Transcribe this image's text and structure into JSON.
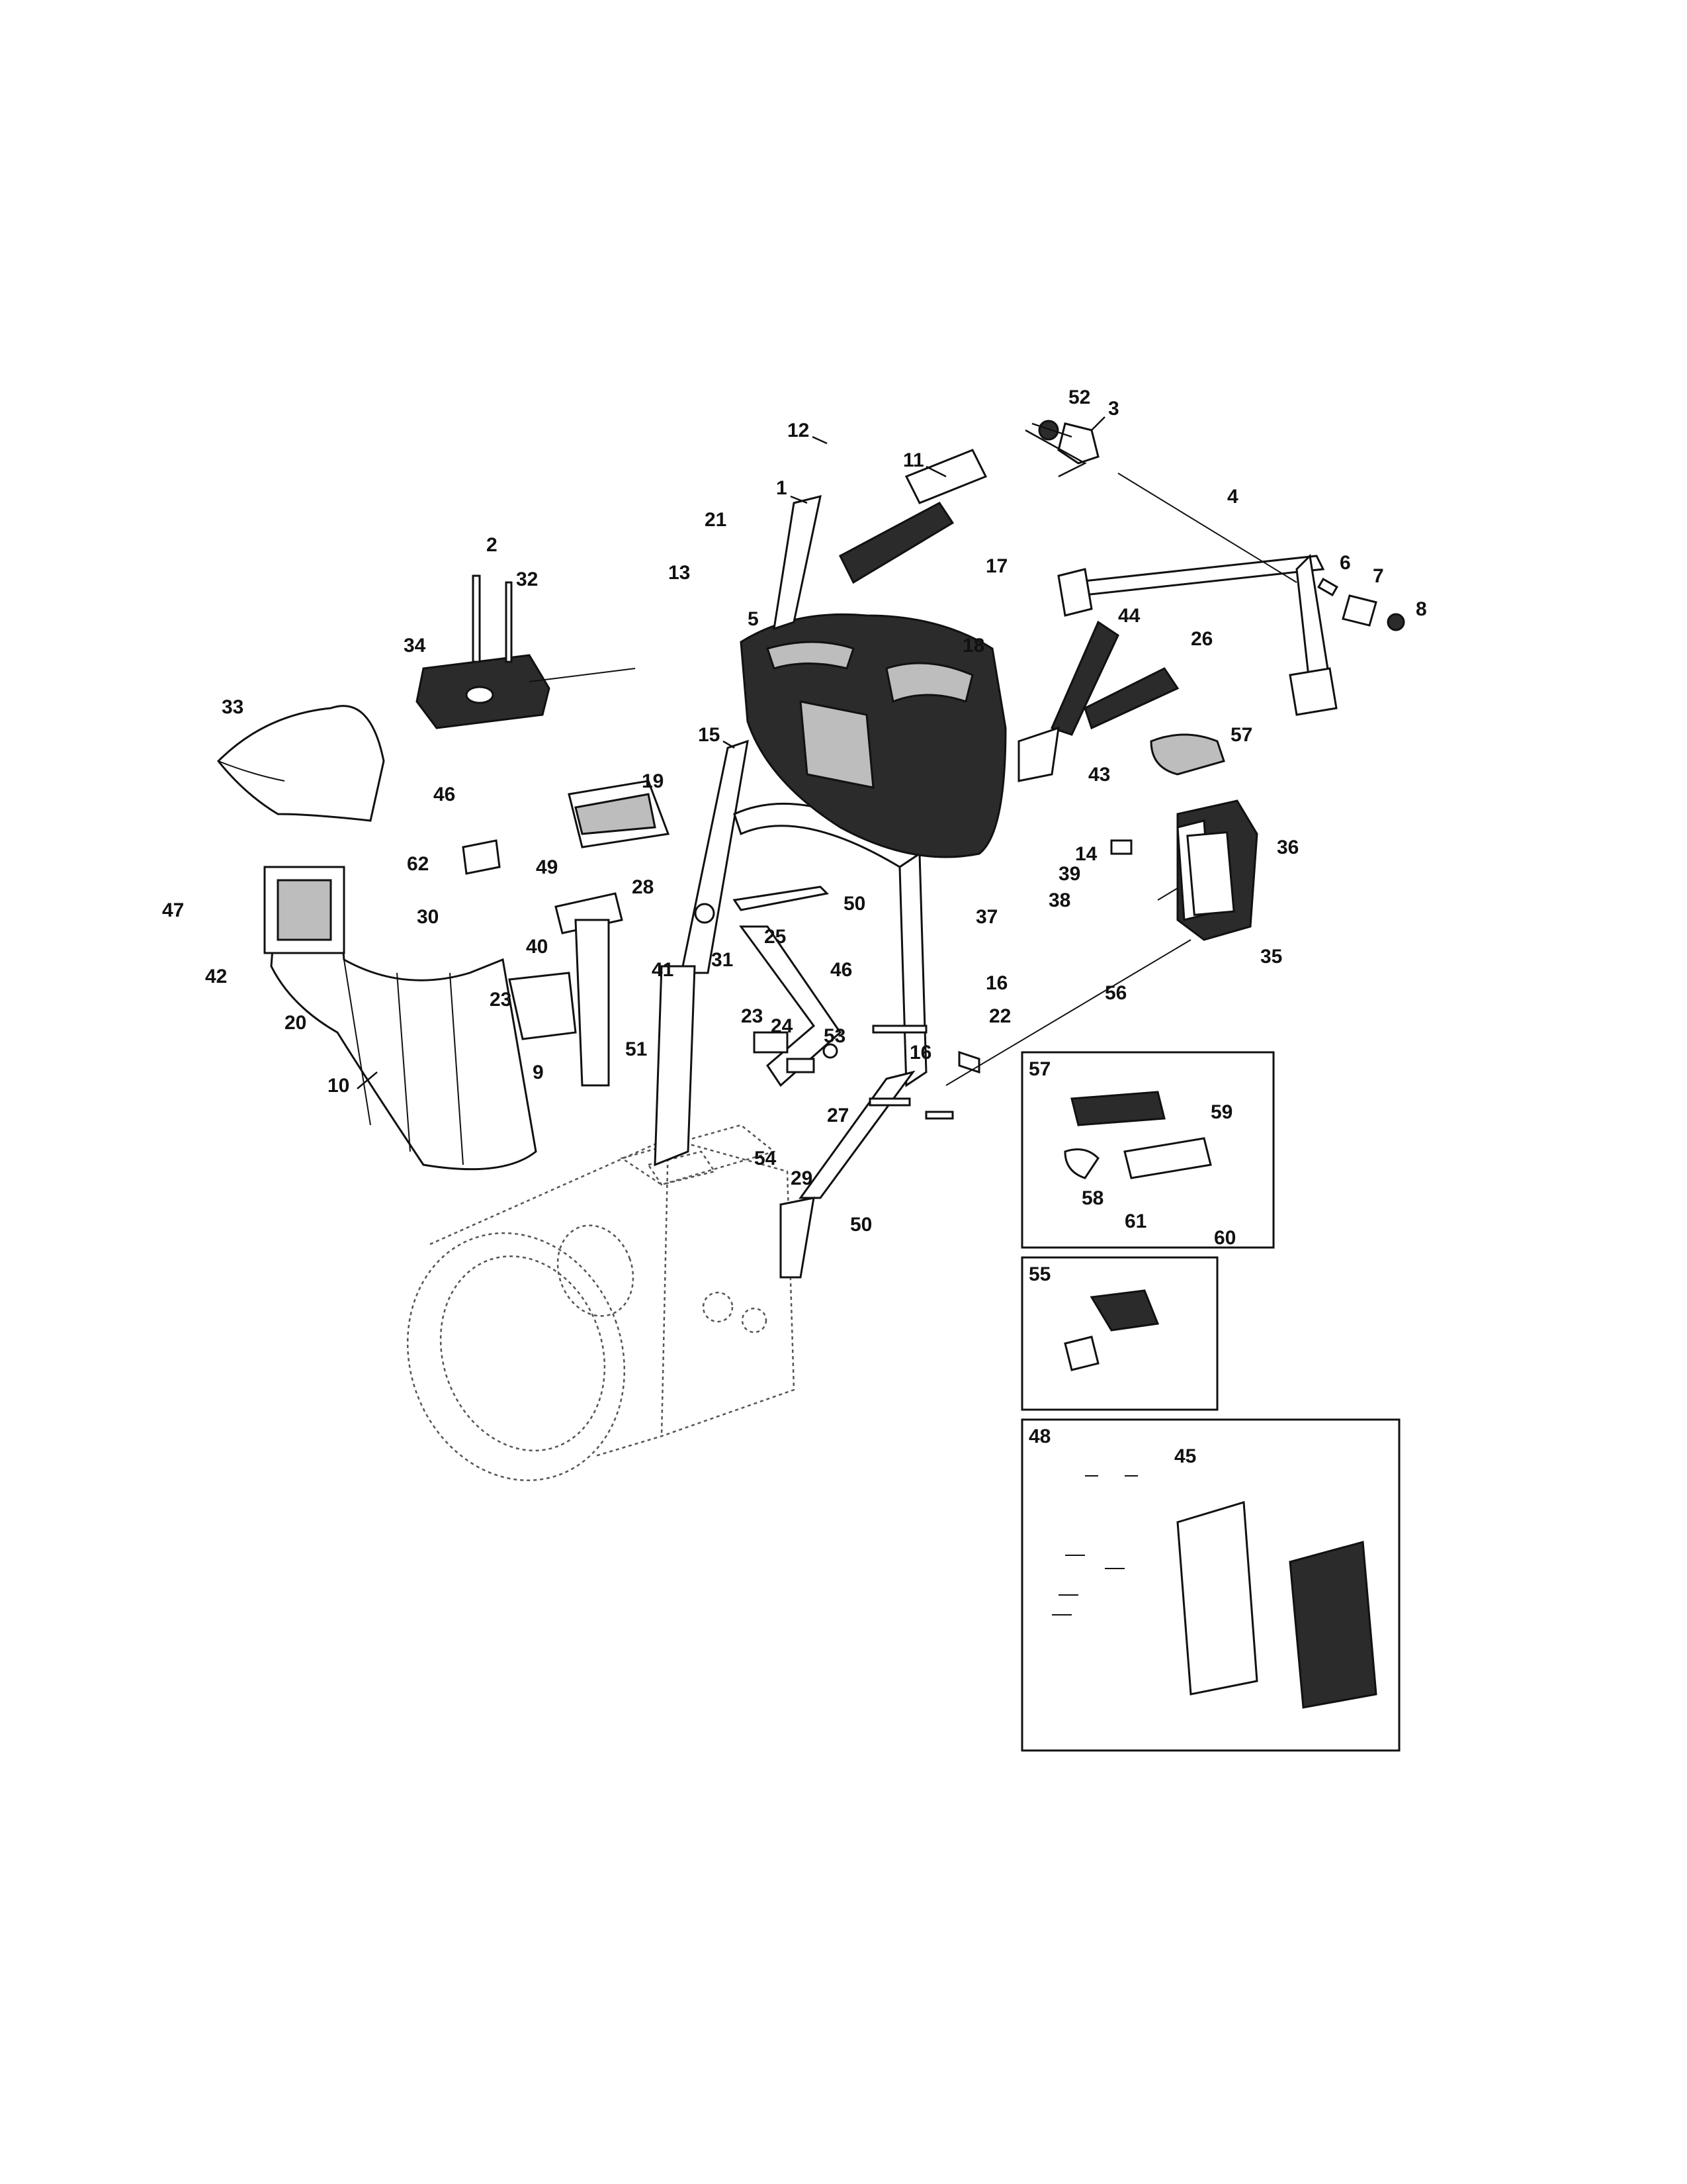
{
  "callouts": {
    "c1": "1",
    "c2": "2",
    "c3": "3",
    "c4": "4",
    "c5": "5",
    "c6": "6",
    "c7": "7",
    "c8": "8",
    "c9": "9",
    "c10": "10",
    "c11": "11",
    "c12": "12",
    "c13": "13",
    "c14": "14",
    "c15": "15",
    "c16a": "16",
    "c16b": "16",
    "c17": "17",
    "c18": "18",
    "c19": "19",
    "c20": "20",
    "c21": "21",
    "c22": "22",
    "c23a": "23",
    "c23b": "23",
    "c24": "24",
    "c25": "25",
    "c26": "26",
    "c27": "27",
    "c28": "28",
    "c29": "29",
    "c30": "30",
    "c31": "31",
    "c32": "32",
    "c33": "33",
    "c34": "34",
    "c35": "35",
    "c36": "36",
    "c37": "37",
    "c38": "38",
    "c39": "39",
    "c40": "40",
    "c41": "41",
    "c42": "42",
    "c43": "43",
    "c44": "44",
    "c46a": "46",
    "c46b": "46",
    "c47": "47",
    "c49": "49",
    "c50a": "50",
    "c50b": "50",
    "c51": "51",
    "c52": "52",
    "c53": "53",
    "c54": "54",
    "c56": "56",
    "c57": "57",
    "c62": "62"
  },
  "insets": {
    "kit57": {
      "label": "57",
      "c58": "58",
      "c59": "59",
      "c60": "60",
      "c61": "61"
    },
    "kit55": {
      "label": "55"
    },
    "kit48": {
      "label": "48",
      "c45": "45"
    }
  }
}
